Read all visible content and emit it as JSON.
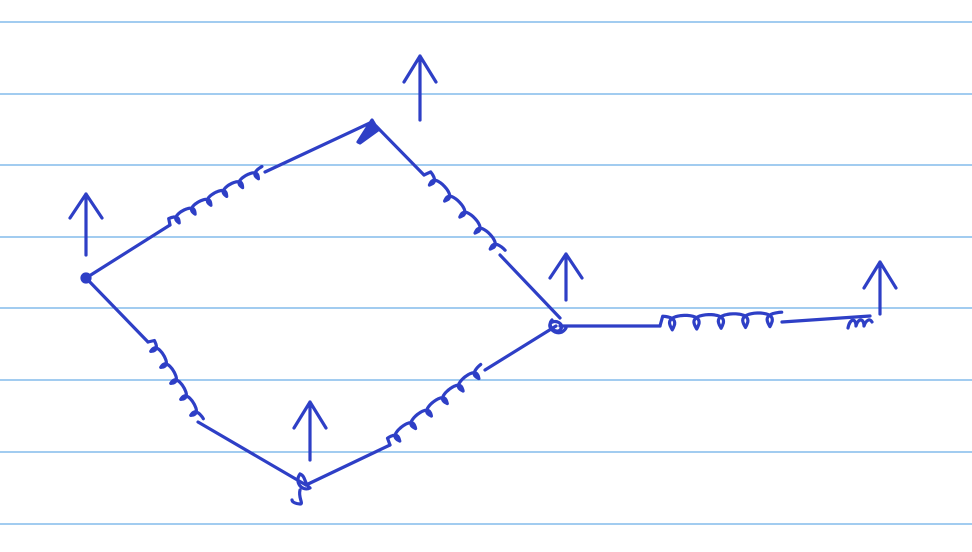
{
  "page": {
    "background": "#ffffff",
    "ruled_line_color": "#6aaee8",
    "ink_color": "#2e3fc6",
    "ruled_line_count": 8
  },
  "diagram": {
    "style": "handwritten",
    "nodes": [
      {
        "id": "left",
        "icon": "up-arrow-icon"
      },
      {
        "id": "top",
        "icon": "up-arrow-icon"
      },
      {
        "id": "right",
        "icon": "up-arrow-icon"
      },
      {
        "id": "bottom",
        "icon": "up-arrow-icon"
      },
      {
        "id": "tail-end",
        "icon": "up-arrow-icon"
      }
    ],
    "edges": [
      {
        "from": "left",
        "to": "top",
        "label": ""
      },
      {
        "from": "top",
        "to": "right",
        "label": ""
      },
      {
        "from": "left",
        "to": "bottom",
        "label": ""
      },
      {
        "from": "bottom",
        "to": "right",
        "label": ""
      },
      {
        "from": "right",
        "to": "tail-end",
        "label": ""
      }
    ]
  }
}
